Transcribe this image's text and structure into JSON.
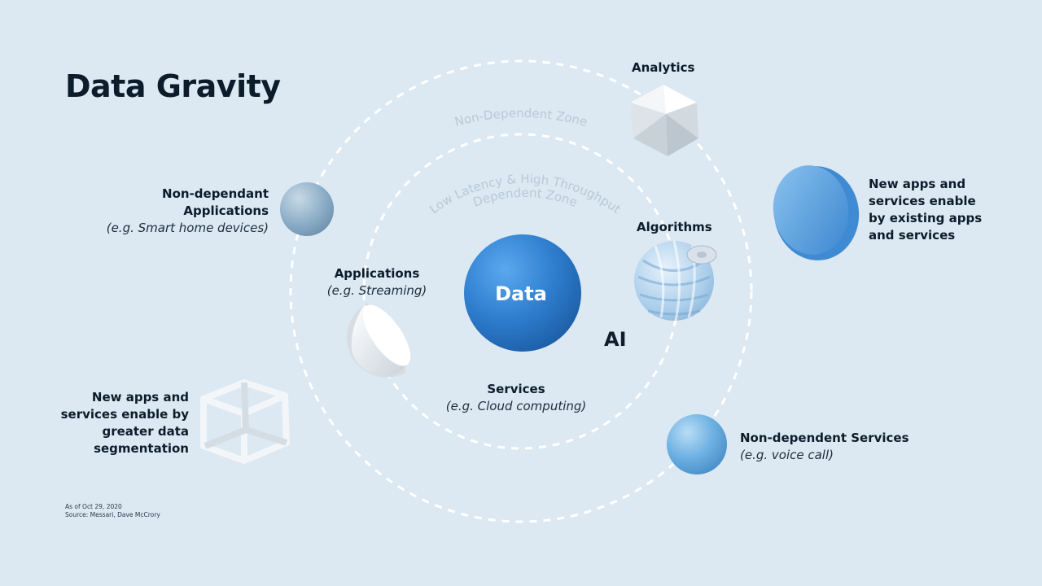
{
  "title": "Data Gravity",
  "zones": {
    "outer": "Non-Dependent Zone",
    "inner_line1": "Low Latency & High Throughput",
    "inner_line2": "Dependent Zone"
  },
  "center": {
    "label": "Data",
    "side_label": "AI"
  },
  "nodes": {
    "analytics": {
      "title": "Analytics"
    },
    "algorithms": {
      "title": "Algorithms"
    },
    "applications": {
      "title": "Applications",
      "example": "(e.g. Streaming)"
    },
    "services": {
      "title": "Services",
      "example": "(e.g. Cloud computing)"
    },
    "non_dep_apps": {
      "line1": "Non-dependant",
      "line2": "Applications",
      "example": "(e.g. Smart home devices)"
    },
    "non_dep_services": {
      "title": "Non-dependent Services",
      "example": "(e.g. voice call)"
    },
    "new_apps_existing": {
      "line1": "New apps and",
      "line2": "services enable",
      "line3": "by existing apps",
      "line4": "and services"
    },
    "new_apps_segmentation": {
      "line1": "New apps and",
      "line2": "services enable by",
      "line3": "greater data",
      "line4": "segmentation"
    }
  },
  "footnote": {
    "line1": "As of Oct 29, 2020",
    "line2": "Source: Messari, Dave McCrory"
  },
  "colors": {
    "background": "#dce8f2",
    "data_sphere": "#2f7fcf",
    "accent_blue": "#5fa2dd",
    "text": "#0d1c2a"
  },
  "icons": [
    "icosahedron-icon",
    "disc-icon",
    "sphere-icon",
    "hemisphere-icon",
    "wireframe-cube-icon",
    "ribbed-sphere-icon"
  ]
}
